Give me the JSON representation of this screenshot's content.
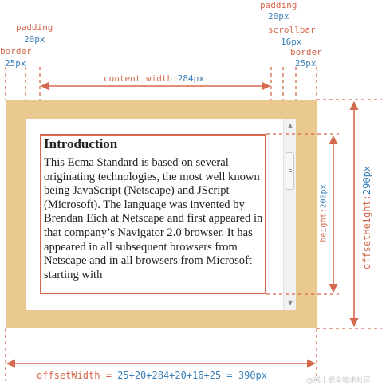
{
  "labels": {
    "padding_left_name": "padding",
    "padding_left_value": "20px",
    "border_left_name": "border",
    "border_left_value": "25px",
    "padding_right_name": "padding",
    "padding_right_value": "20px",
    "scrollbar_name": "scrollbar",
    "scrollbar_value": "16px",
    "border_right_name": "border",
    "border_right_value": "25px",
    "content_width_name": "content width:",
    "content_width_value": "284px",
    "height_name": "height:",
    "height_value": "200px",
    "offset_height_name": "offsetHeight:",
    "offset_height_value": "290px",
    "offset_width_name": "offsetWidth = ",
    "offset_width_value": "25+20+284+20+16+25 = 390px"
  },
  "content": {
    "heading": "Introduction",
    "paragraph": "This Ecma Standard is based on several originating technologies, the most well known being JavaScript (Netscape) and JScript (Microsoft). The language was invented by Brendan Eich at Netscape and first appeared in that company’s Navigator 2.0 browser. It has appeared in all subsequent browsers from Netscape and in all browsers from Microsoft starting with"
  },
  "watermark": "@稀土掘金技术社区",
  "colors": {
    "accent_red": "#d5694d",
    "value_blue": "#3a7fb8",
    "border_fill": "#eac991"
  }
}
